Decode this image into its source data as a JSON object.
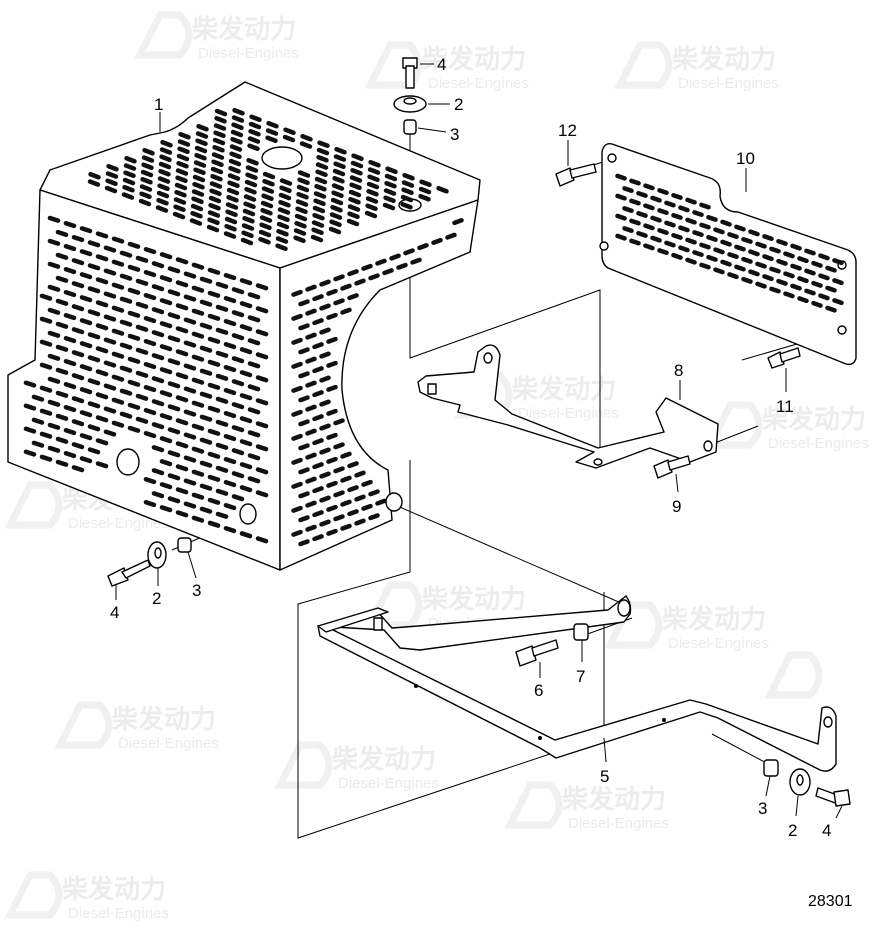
{
  "drawing_number": "28301",
  "watermark": {
    "brand_cn": "柴发动力",
    "brand_en": "Diesel-Engines"
  },
  "callouts": {
    "c1": "1",
    "c2_top": "2",
    "c3_top": "3",
    "c4_top": "4",
    "c2_left": "2",
    "c3_left": "3",
    "c4_left": "4",
    "c5": "5",
    "c6": "6",
    "c7": "7",
    "c8": "8",
    "c9": "9",
    "c10": "10",
    "c11": "11",
    "c12": "12",
    "c2_bottom": "2",
    "c3_bottom": "3",
    "c4_bottom": "4"
  }
}
